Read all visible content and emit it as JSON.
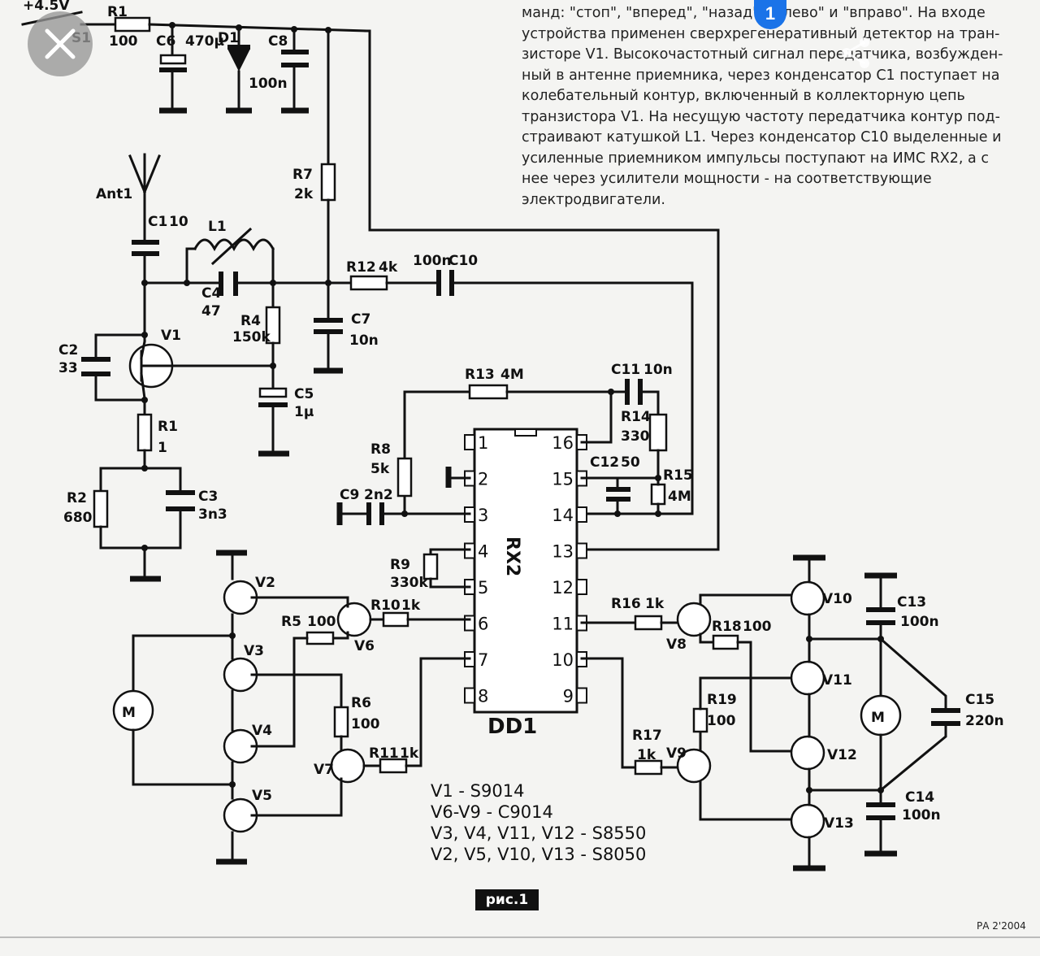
{
  "description": {
    "lines": [
      "манд: \"стоп\", \"вперед\", \"назад\", \"влево\" и \"вправо\". На входе",
      "устройства применен сверхрегенеративный детектор на тран-",
      "зисторе V1. Высокочастотный сигнал передатчика, возбужден-",
      "ный в антенне приемника, через конденсатор С1 поступает на",
      "колебательный контур, включенный в коллекторную цепь",
      "транзистора V1. На несущую частоту передатчика контур под-",
      "страивают катушкой L1. Через конденсатор С10 выделенные и",
      "усиленные приемником импульсы поступают на ИМС RX2, а с",
      "нее через усилители мощности - на соответствующие",
      "электродвигатели."
    ]
  },
  "overlay": {
    "notification_count": "1",
    "close_icon": "close-icon",
    "share_icon": "share-icon"
  },
  "schematic": {
    "supply": "+4.5V",
    "chip_name": "RX2",
    "chip_ref": "DD1",
    "pins_left": [
      "1",
      "2",
      "3",
      "4",
      "5",
      "6",
      "7",
      "8"
    ],
    "pins_right": [
      "16",
      "15",
      "14",
      "13",
      "12",
      "11",
      "10",
      "9"
    ],
    "labels": {
      "S1": "S1",
      "R1_top": "R1",
      "R1_top_val": "100",
      "C6": "C6",
      "C6_val": "470μ",
      "D1": "D1",
      "C8": "C8",
      "C8_val": "100n",
      "Ant1": "Ant1",
      "C1": "C1",
      "C1_val": "10",
      "L1": "L1",
      "C4": "C4",
      "C4_val": "47",
      "R4": "R4",
      "R4_val": "150k",
      "R7": "R7",
      "R7_val": "2k",
      "R12": "R12",
      "R12_val": "4k",
      "C10_val": "100n",
      "C10": "C10",
      "C7": "C7",
      "C7_val": "10n",
      "C2": "C2",
      "C2_val": "33",
      "V1": "V1",
      "C5": "C5",
      "C5_val": "1μ",
      "R1": "R1",
      "R1_val": "1",
      "R2": "R2",
      "R2_val": "680",
      "C3": "C3",
      "C3_val": "3n3",
      "R13": "R13",
      "R13_val": "4M",
      "C11": "C11",
      "C11_val": "10n",
      "R14": "R14",
      "R14_val": "330",
      "C12": "C12",
      "C12_val": "50",
      "R15": "R15",
      "R15_val": "4M",
      "R8": "R8",
      "R8_val": "5k",
      "C9": "C9",
      "C9_val": "2n2",
      "R9": "R9",
      "R9_val": "330k",
      "V2": "V2",
      "V3": "V3",
      "V4": "V4",
      "V5": "V5",
      "V6": "V6",
      "V7": "V7",
      "R5": "R5",
      "R5_val": "100",
      "R10": "R10",
      "R10_val": "1k",
      "R6": "R6",
      "R6_val": "100",
      "R11": "R11",
      "R11_val": "1k",
      "R16": "R16",
      "R16_val": "1k",
      "V8": "V8",
      "R18": "R18",
      "R18_val": "100",
      "R17": "R17",
      "R17_val": "1k",
      "V9": "V9",
      "R19": "R19",
      "R19_val": "100",
      "V10": "V10",
      "V11": "V11",
      "V12": "V12",
      "V13": "V13",
      "C13": "C13",
      "C13_val": "100n",
      "C14": "C14",
      "C14_val": "100n",
      "C15": "C15",
      "C15_val": "220n",
      "M": "M"
    },
    "notes": [
      "V1 - S9014",
      "V6-V9 - C9014",
      "V3, V4, V11, V12 - S8550",
      "V2, V5, V10, V13 - S8050"
    ],
    "figure_label": "рис.1",
    "source": "РА 2'2004"
  }
}
